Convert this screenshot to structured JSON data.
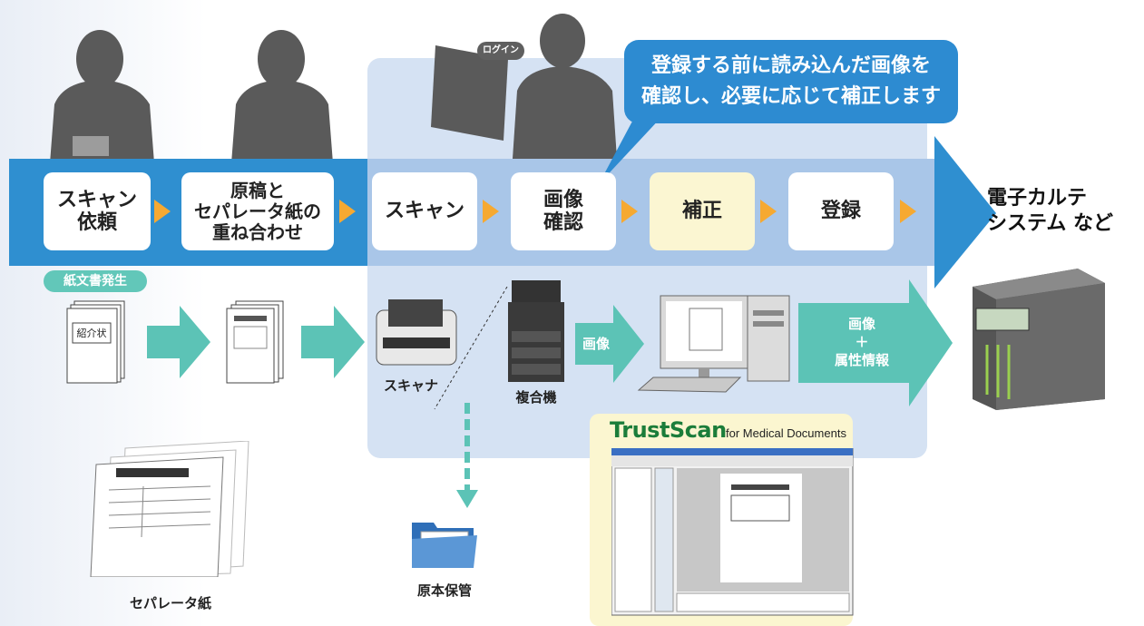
{
  "callout": {
    "text": "登録する前に読み込んだ画像を\n確認し、必要に応じて補正します"
  },
  "login_label": "ログイン",
  "steps": [
    {
      "label": "スキャン\n依頼"
    },
    {
      "label": "原稿と\nセパレータ紙の\n重ね合わせ"
    },
    {
      "label": "スキャン"
    },
    {
      "label": "画像\n確認"
    },
    {
      "label": "補正"
    },
    {
      "label": "登録"
    }
  ],
  "destination": "電子カルテ\nシステム など",
  "badge": "紙文書発生",
  "document_label": "紹介状",
  "scanner_label": "スキャナ",
  "mfp_label": "複合機",
  "image_arrow_label": "画像",
  "transfer_arrow_label": "画像\n＋\n属性情報",
  "separator_label": "セパレータ紙",
  "storage_label": "原本保管",
  "product": {
    "name": "TrustScan",
    "subtitle": "for Medical Documents"
  },
  "colors": {
    "band": "#2f8fd0",
    "panel": "#d5e2f3",
    "arrow_orange": "#f6a931",
    "teal": "#5cc3b6",
    "highlight": "#fbf6d2"
  }
}
